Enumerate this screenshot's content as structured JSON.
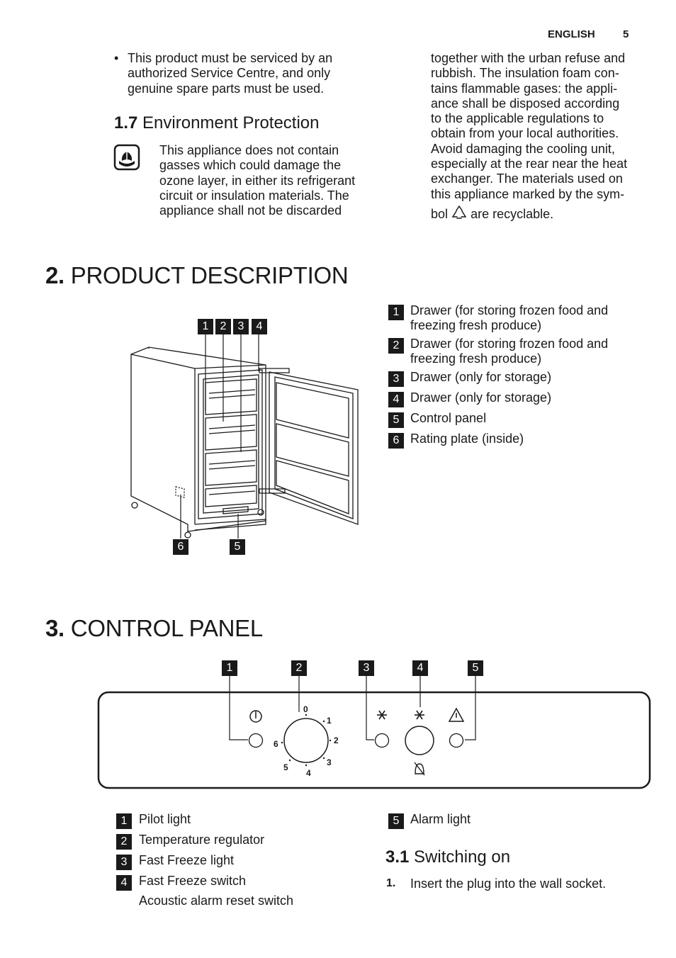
{
  "header": {
    "language": "ENGLISH",
    "page_number": "5"
  },
  "service_bullet": {
    "lines": [
      "This product must be serviced by an",
      "authorized Service Centre, and only",
      "genuine spare parts must be used."
    ]
  },
  "section_1_7": {
    "number": "1.7",
    "title": "Environment Protection",
    "para_left": [
      "This appliance does not contain",
      "gasses which could damage the",
      "ozone layer, in either its refrigerant",
      "circuit or insulation materials. The",
      "appliance shall not be discarded"
    ],
    "para_right": [
      "together with the urban refuse and",
      "rubbish. The insulation foam con-",
      "tains flammable gases: the appli-",
      "ance shall be disposed according",
      "to the applicable regulations to",
      "obtain from your local authorities.",
      "Avoid damaging the cooling unit,",
      "especially at the rear near the heat",
      "exchanger. The materials used on",
      "this appliance marked by the sym-"
    ],
    "para_right_last_before": "bol",
    "para_right_last_after": "are recyclable.",
    "icon": "do-not-dispose-icon",
    "recycle_icon": "recycle-icon"
  },
  "section_2": {
    "number": "2.",
    "title": "PRODUCT DESCRIPTION",
    "diagram_labels": [
      "1",
      "2",
      "3",
      "4",
      "5",
      "6"
    ],
    "items": [
      {
        "num": "1",
        "lines": [
          "Drawer (for storing frozen food and",
          "freezing fresh produce)"
        ]
      },
      {
        "num": "2",
        "lines": [
          "Drawer (for storing frozen food and",
          "freezing fresh produce)"
        ]
      },
      {
        "num": "3",
        "lines": [
          "Drawer (only for storage)"
        ]
      },
      {
        "num": "4",
        "lines": [
          "Drawer (only for storage)"
        ]
      },
      {
        "num": "5",
        "lines": [
          "Control panel"
        ]
      },
      {
        "num": "6",
        "lines": [
          "Rating plate (inside)"
        ]
      }
    ]
  },
  "section_3": {
    "number": "3.",
    "title": "CONTROL PANEL",
    "panel_labels": [
      "1",
      "2",
      "3",
      "4",
      "5"
    ],
    "dial_marks": [
      "0",
      "1",
      "2",
      "3",
      "4",
      "5",
      "6"
    ],
    "panel_icons": [
      "power-icon",
      "snowflake-icon",
      "snowflake-icon",
      "warning-triangle-icon",
      "alarm-off-icon"
    ],
    "items_left": [
      {
        "num": "1",
        "text": "Pilot light"
      },
      {
        "num": "2",
        "text": "Temperature regulator"
      },
      {
        "num": "3",
        "text": "Fast Freeze light"
      },
      {
        "num": "4",
        "text": "Fast Freeze switch"
      }
    ],
    "item_4_extra": "Acoustic alarm reset switch",
    "items_right": [
      {
        "num": "5",
        "text": "Alarm light"
      }
    ]
  },
  "section_3_1": {
    "number": "3.1",
    "title": "Switching on",
    "step_number": "1.",
    "step_text": "Insert the plug into the wall socket."
  }
}
